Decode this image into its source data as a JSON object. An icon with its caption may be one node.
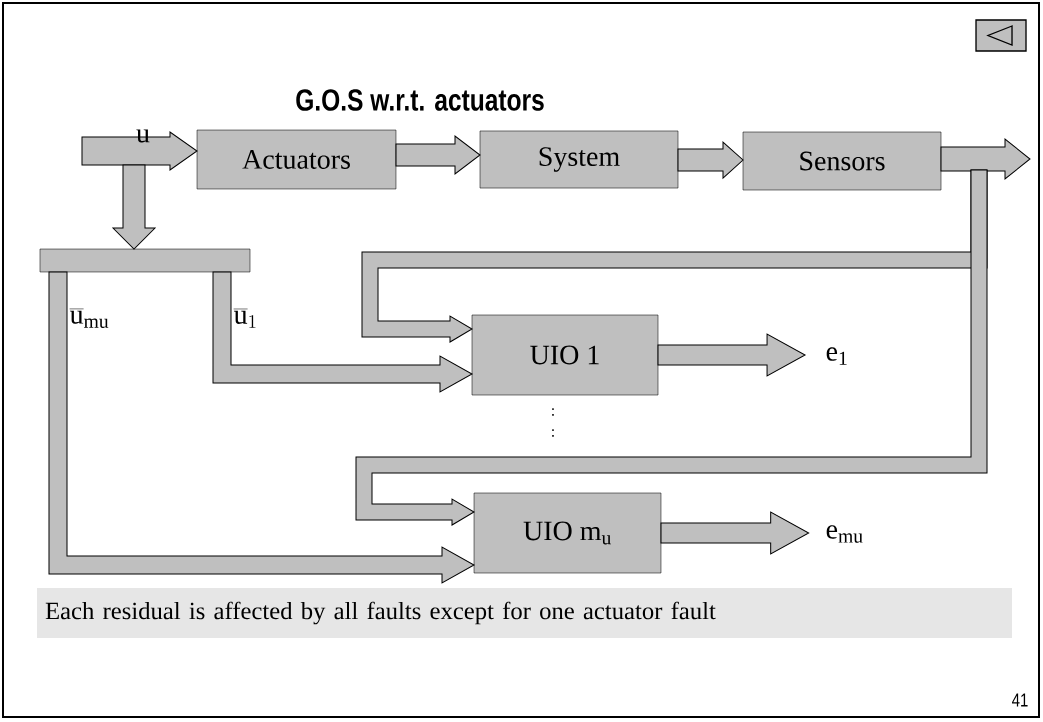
{
  "diagram": {
    "title": "G.O.S w.r.t. actuators",
    "nodes": [
      {
        "text": [
          "Actuators"
        ]
      },
      {
        "text": [
          "System"
        ]
      },
      {
        "text": [
          "Sensors"
        ]
      },
      {
        "text": [
          "UIO 1"
        ]
      },
      {
        "text": [
          "UIO m$_{u}$"
        ]
      },
      {
        "text": [
          "e$_{1}$"
        ]
      },
      {
        "text": [
          "e$_{mu}$"
        ]
      },
      {
        "text": [],
        "shape": "bar"
      },
      {
        "text": [
          "Each residual is affected by all faults except for one actuator fault"
        ]
      }
    ],
    "edges": [
      {
        "from": null,
        "to": 0,
        "arrow": "to",
        "label": "u"
      },
      {
        "from": 0,
        "to": 1,
        "arrow": "to"
      },
      {
        "from": 1,
        "to": 2,
        "arrow": "to"
      },
      {
        "from": 2,
        "to": null,
        "arrow": "to"
      },
      {
        "from": null,
        "to": 7,
        "arrow": "to"
      },
      {
        "from": 7,
        "to": 3,
        "arrow": "to"
      },
      {
        "from": 7,
        "to": 4,
        "arrow": "to"
      },
      {
        "from": 2,
        "to": 3,
        "arrow": "to"
      },
      {
        "from": 2,
        "to": 4,
        "arrow": "to"
      },
      {
        "from": 3,
        "to": 5,
        "arrow": "to"
      },
      {
        "from": 4,
        "to": 6,
        "arrow": "to"
      }
    ],
    "labels": [
      "\\overline{\\mathrm{u}}_{\\mathrm{mu}}",
      "\\overline{\\mathrm{u}}_{1}",
      ":",
      ":",
      "41"
    ]
  }
}
